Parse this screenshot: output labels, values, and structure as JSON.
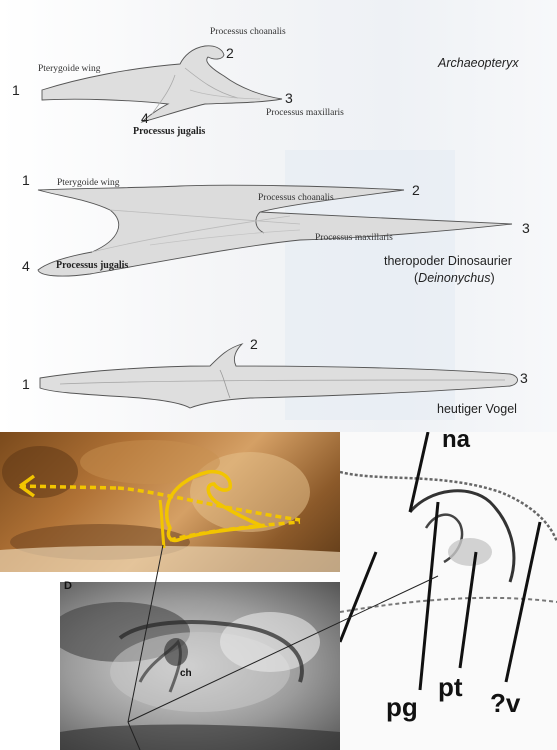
{
  "diagram1": {
    "species": "Archaeopteryx",
    "labels": {
      "pterygoide_wing": "Pterygoide wing",
      "processus_choanalis": "Processus choanalis",
      "processus_maxillaris": "Processus maxillaris",
      "processus_jugalis": "Processus jugalis"
    },
    "numbers": {
      "n1": "1",
      "n2": "2",
      "n3": "3",
      "n4": "4"
    }
  },
  "diagram2": {
    "species_line1": "theropoder Dinosaurier",
    "species_open": "(",
    "species_italic": "Deinonychus",
    "species_close": ")",
    "labels": {
      "pterygoide_wing": "Pterygoide wing",
      "processus_choanalis": "Processus choanalis",
      "processus_maxillaris": "Processus maxillaris",
      "processus_jugalis": "Processus jugalis"
    },
    "numbers": {
      "n1": "1",
      "n2": "2",
      "n3": "3",
      "n4": "4"
    }
  },
  "diagram3": {
    "species": "heutiger Vogel",
    "numbers": {
      "n1": "1",
      "n2": "2",
      "n3": "3"
    }
  },
  "photos": {
    "panel_label": "D",
    "ch_label": "ch",
    "sketch_labels": {
      "na": "na",
      "pg": "pg",
      "pt": "pt",
      "v": "?v"
    }
  },
  "colors": {
    "outline": "#555555",
    "fill": "#d6d6d6",
    "yellow": "#f2c500"
  }
}
